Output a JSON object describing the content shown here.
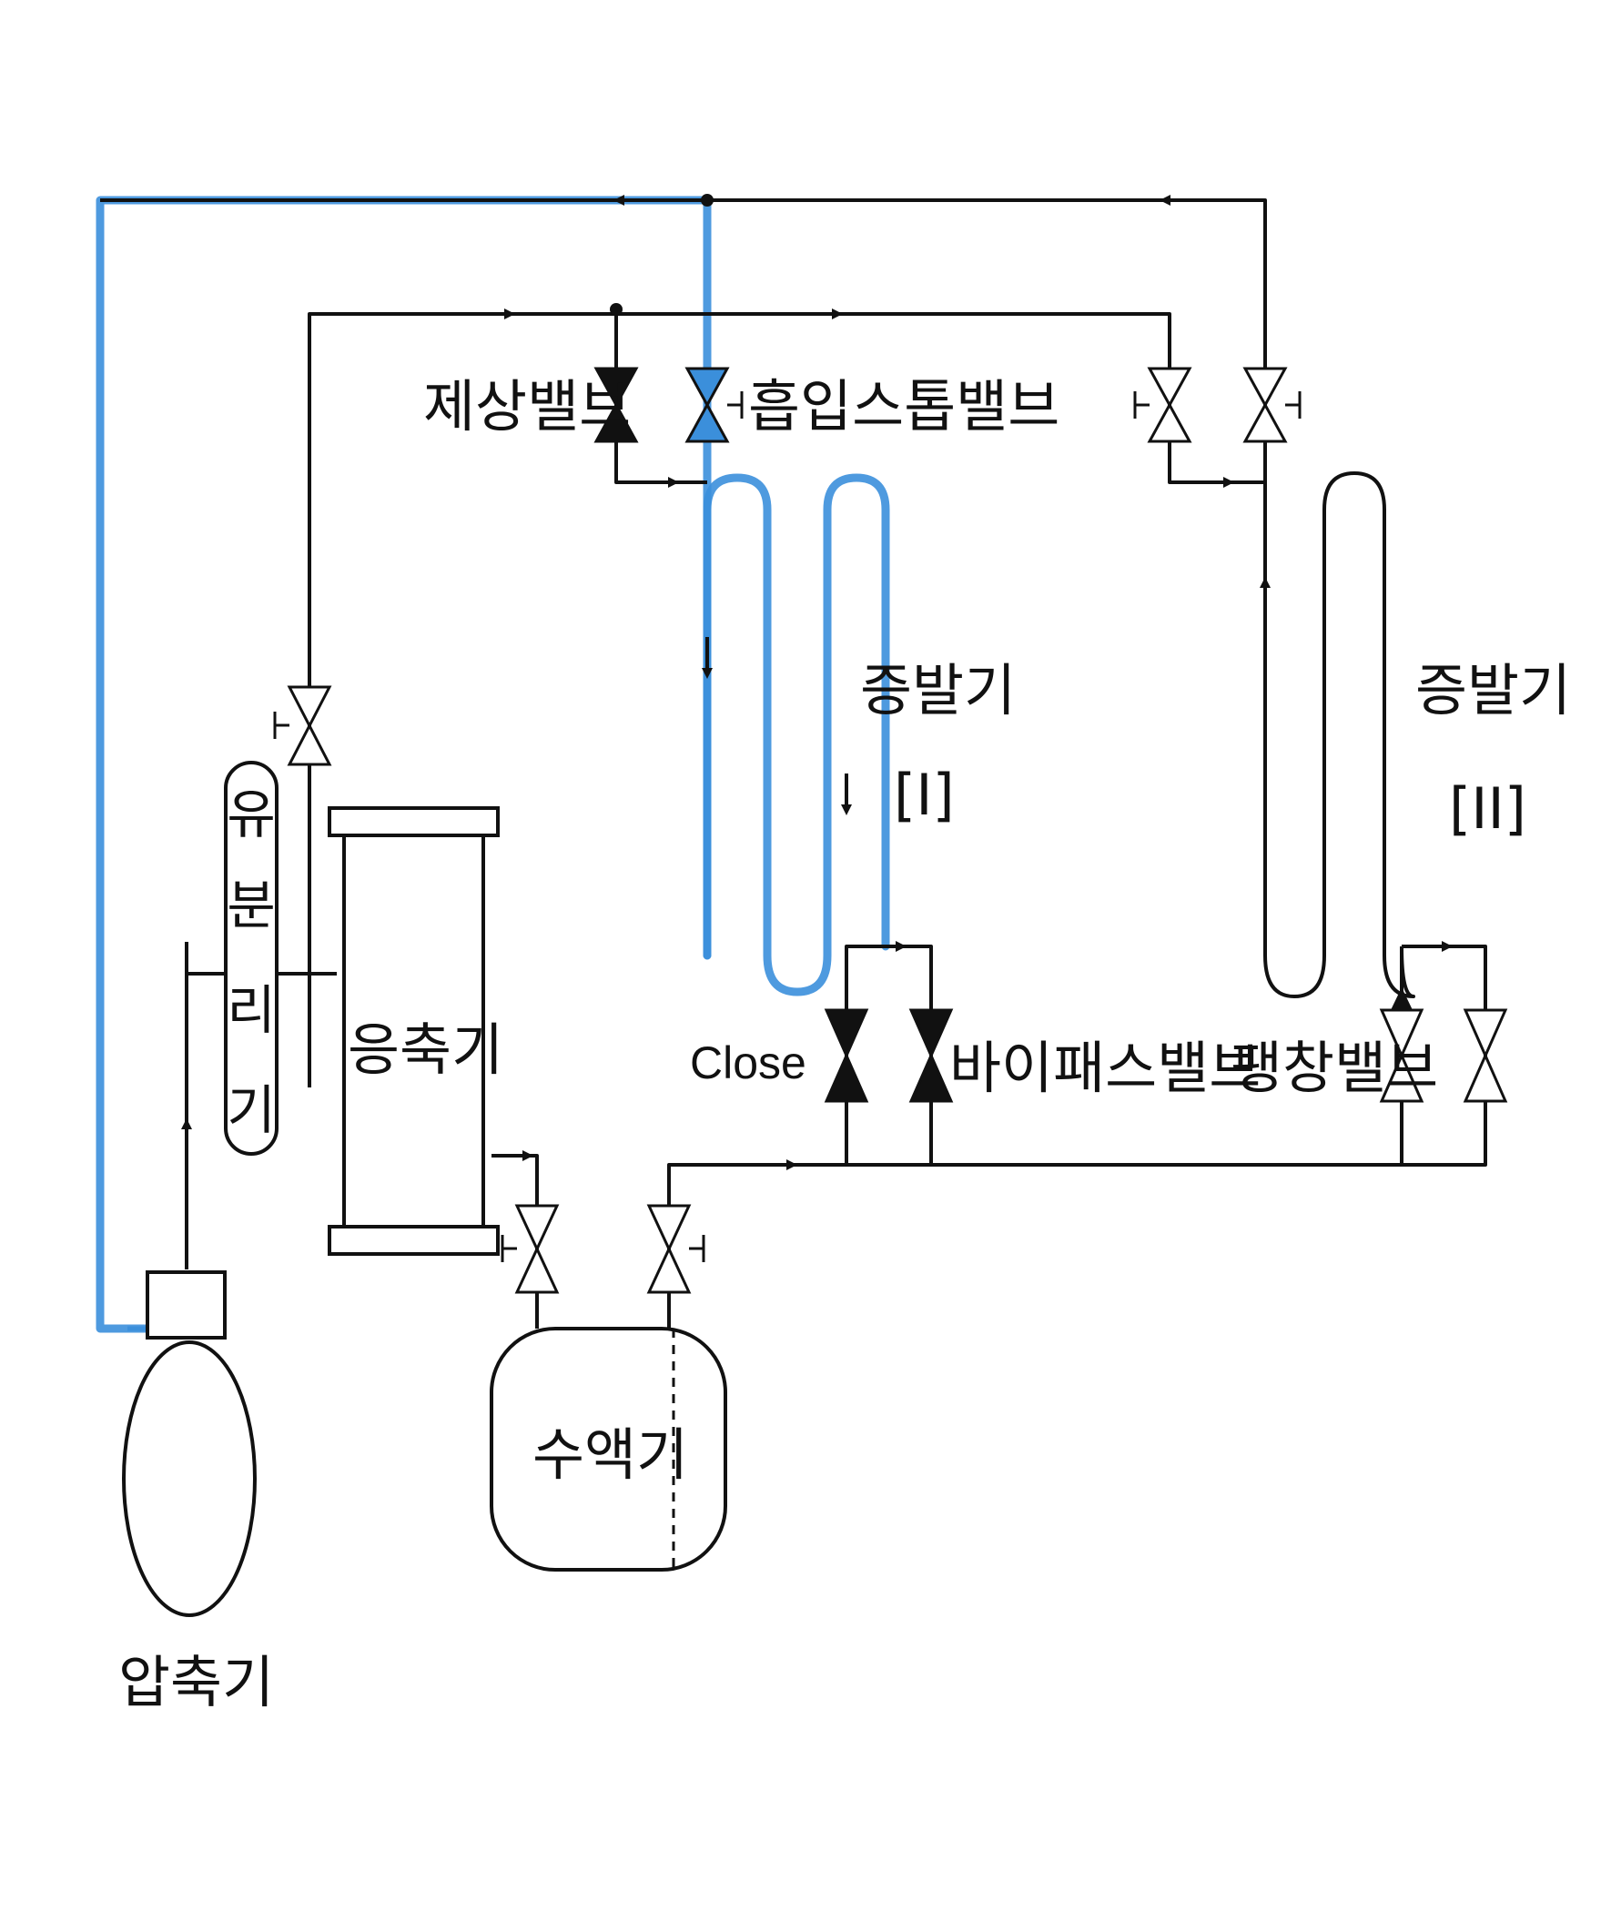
{
  "labels": {
    "defrost_valve": "제상밸브",
    "suction_stop_valve": "흡입스톱밸브",
    "evaporator_1": "증발기",
    "evaporator_1_num": "[I]",
    "evaporator_2": "증발기",
    "evaporator_2_num": "[II]",
    "oil_separator": [
      "유",
      "분",
      "리",
      "기"
    ],
    "condenser": "응축기",
    "close": "Close",
    "bypass_valve": "바이패스밸브",
    "expansion_valve": "팽창밸브",
    "receiver": "수액기",
    "compressor": "압축기"
  },
  "colors": {
    "line": "#111111",
    "highlight": "#3b8fdb",
    "background": "#ffffff"
  }
}
